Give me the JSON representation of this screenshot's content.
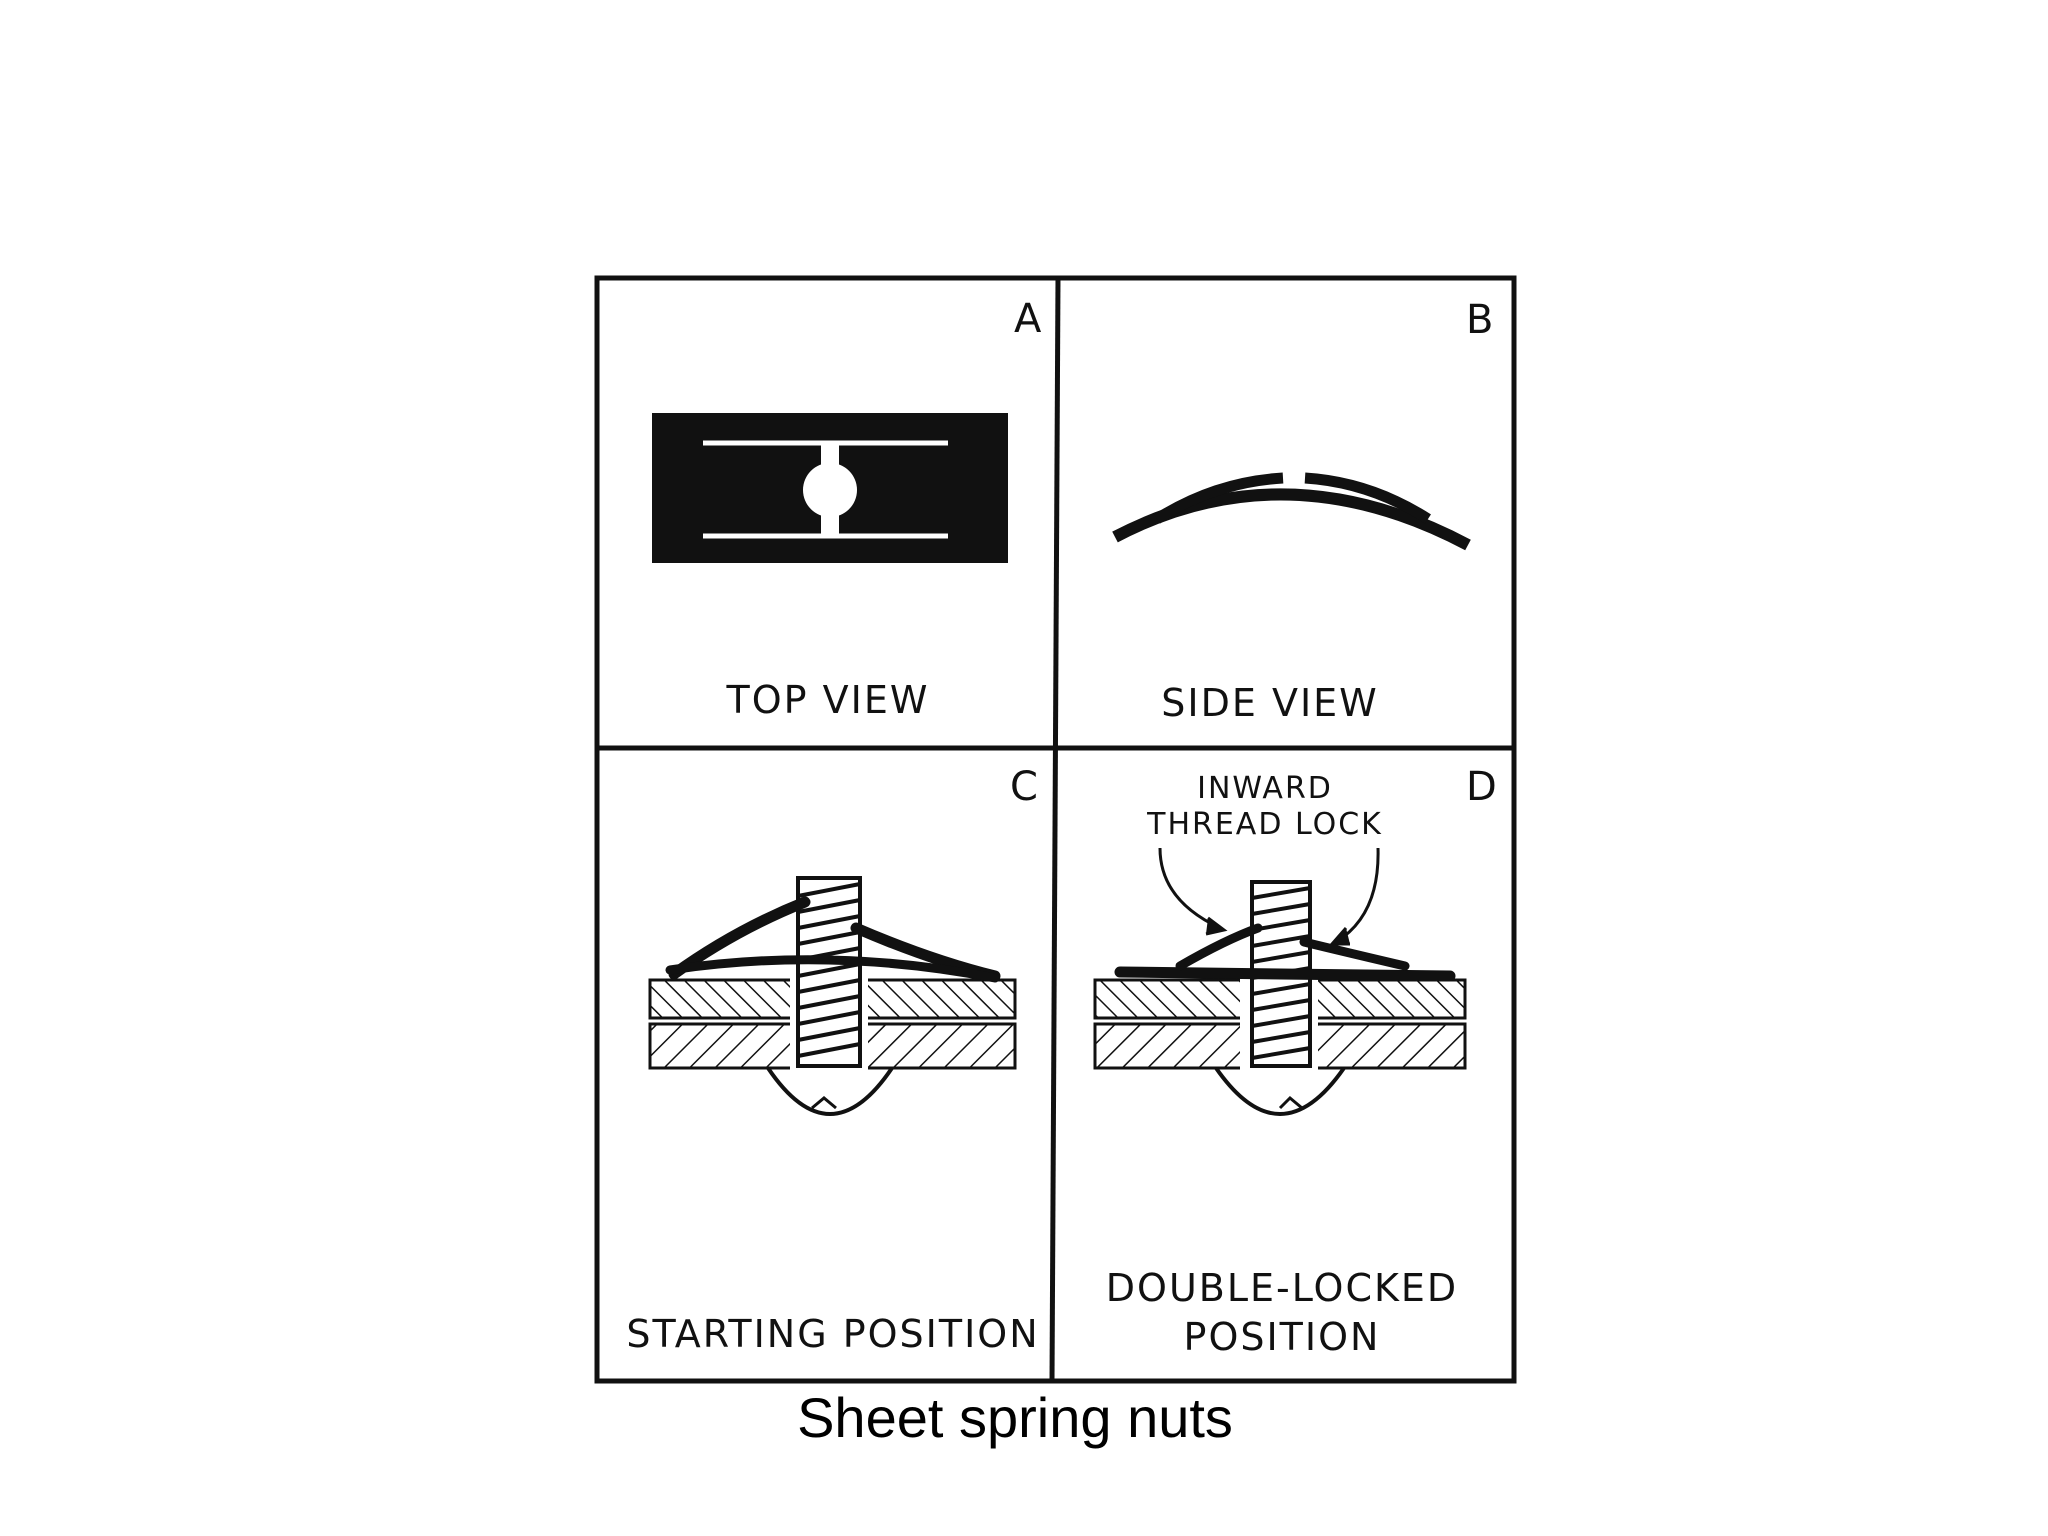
{
  "caption": "Sheet spring nuts",
  "panels": [
    {
      "letter": "A",
      "label": "TOP VIEW"
    },
    {
      "letter": "B",
      "label": "SIDE VIEW"
    },
    {
      "letter": "C",
      "label": "STARTING POSITION"
    },
    {
      "letter": "D",
      "label_line1": "DOUBLE-LOCKED",
      "label_line2": "POSITION",
      "callout_line1": "INWARD",
      "callout_line2": "THREAD LOCK"
    }
  ],
  "colors": {
    "ink": "#111111",
    "background": "#ffffff"
  }
}
